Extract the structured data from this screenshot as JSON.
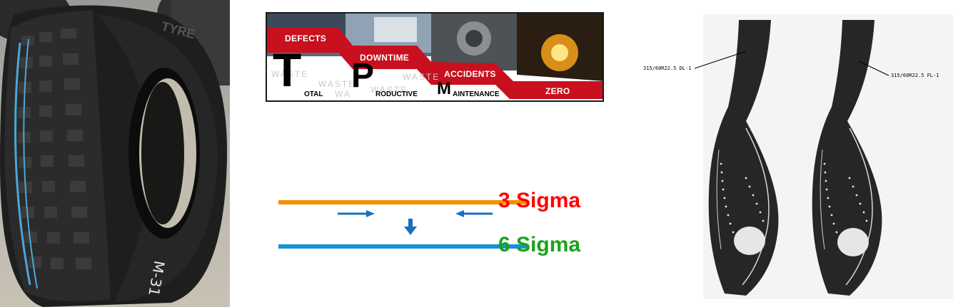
{
  "tire_photo": {
    "sidewall_marking": "M-31",
    "brand_fragment": "TYRE"
  },
  "tpm_banner": {
    "labels": {
      "defects": "DEFECTS",
      "downtime": "DOWNTIME",
      "accidents": "ACCIDENTS",
      "zero": "ZERO"
    },
    "background_words": [
      "WASTE",
      "WASTE",
      "WASTE",
      "WASTE",
      "WA"
    ],
    "acronym": [
      {
        "letter": "T",
        "rest": "OTAL"
      },
      {
        "letter": "P",
        "rest": "RODUCTIVE"
      },
      {
        "letter": "M",
        "rest": "AINTENANCE"
      }
    ],
    "colors": {
      "red": "#c8101e",
      "dark": "#1a1a1a"
    }
  },
  "sigma": {
    "top_label": "3 Sigma",
    "bottom_label": "6 Sigma",
    "colors": {
      "top_line": "#f39200",
      "bottom_line": "#1a8fd8",
      "top_text": "#ff0000",
      "bottom_text": "#1aa31a",
      "arrow": "#1a6fc0"
    }
  },
  "cross_section": {
    "left_tag": "315/60R22.5 DL-1",
    "right_tag": "315/60R22.5 FL-1"
  }
}
